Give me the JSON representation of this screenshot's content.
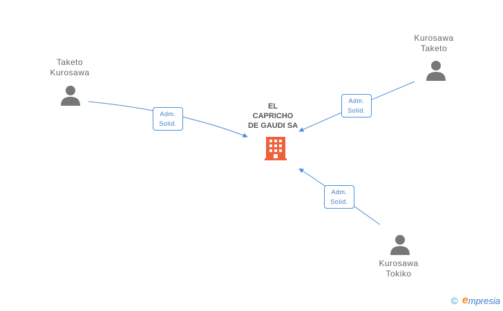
{
  "company": {
    "name": "EL\nCAPRICHO\nDE GAUDI SA",
    "color": "#f0603a"
  },
  "people": [
    {
      "name": "Taketo\nKurosawa"
    },
    {
      "name": "Kurosawa\nTaketo"
    },
    {
      "name": "Kurosawa\nTokiko"
    }
  ],
  "edges": [
    {
      "role_line1": "Adm.",
      "role_line2": "Solid."
    },
    {
      "role_line1": "Adm.",
      "role_line2": "Solid."
    },
    {
      "role_line1": "Adm.",
      "role_line2": "Solid."
    }
  ],
  "colors": {
    "edge": "#4a90d9",
    "person": "#777777"
  },
  "footer": {
    "copyright": "©",
    "brand_initial": "e",
    "brand_rest": "mpresia"
  }
}
